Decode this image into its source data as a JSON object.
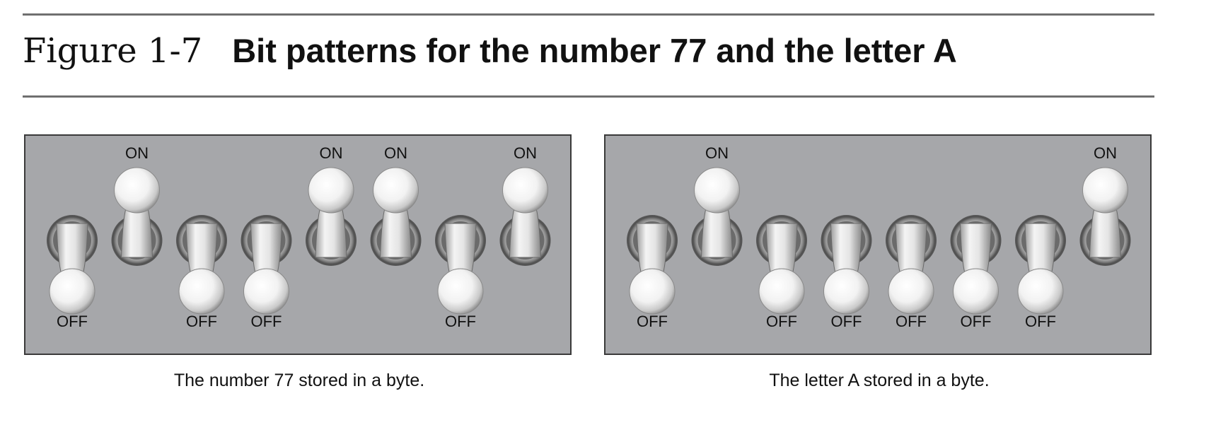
{
  "figure": {
    "label": "Figure 1-7",
    "title": "Bit patterns for the number 77 and the letter A"
  },
  "panels": [
    {
      "id": "number-77",
      "caption": "The number 77 stored in a byte.",
      "switches": [
        "OFF",
        "ON",
        "OFF",
        "OFF",
        "ON",
        "ON",
        "OFF",
        "ON"
      ]
    },
    {
      "id": "letter-a",
      "caption": "The letter A stored in a byte.",
      "switches": [
        "OFF",
        "ON",
        "OFF",
        "OFF",
        "OFF",
        "OFF",
        "OFF",
        "ON"
      ]
    }
  ],
  "colors": {
    "panel": "#a6a7aa",
    "border": "#3a3a3a",
    "rule": "#6f6f6f"
  }
}
